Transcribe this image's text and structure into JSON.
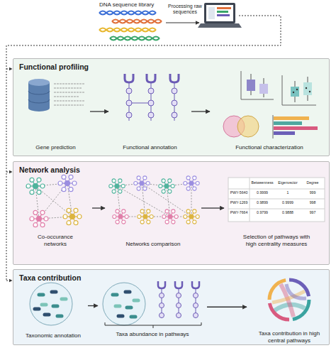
{
  "diagram": {
    "nodes": [
      {
        "text": [
          "Functional profiling"
        ]
      },
      {
        "text": [
          "Gene prediction"
        ],
        "in": 0
      },
      {
        "text": [
          "Functional annotation"
        ],
        "in": 0
      },
      {
        "text": [
          "Functional characterization"
        ],
        "in": 0
      },
      {
        "text": [
          "Network analysis"
        ]
      },
      {
        "text": [
          "Co-occurance networks"
        ],
        "in": 4
      },
      {
        "text": [
          "Networks comparison"
        ],
        "in": 4
      },
      {
        "text": [
          "Selection of pathways with high centrality measures"
        ],
        "in": 4
      },
      {
        "text": [
          "Taxa contribution"
        ]
      },
      {
        "text": [
          "Taxonomic annotation"
        ],
        "in": 8
      },
      {
        "text": [
          "Taxa abundance in pathways"
        ],
        "in": 8
      },
      {
        "text": [
          "Taxa contribution in high central pathways"
        ],
        "in": 8
      }
    ],
    "edges": [
      {
        "from": 1,
        "to": 2,
        "arrow": "to"
      },
      {
        "from": 2,
        "to": 3,
        "arrow": "to"
      },
      {
        "from": 5,
        "to": 6,
        "arrow": "to"
      },
      {
        "from": 6,
        "to": 7,
        "arrow": "to"
      },
      {
        "from": 9,
        "to": 10,
        "arrow": "to"
      },
      {
        "from": 10,
        "to": 11,
        "arrow": "to"
      }
    ],
    "labels": [
      "DNA sequence library",
      "Processing raw sequences",
      "Betweenness",
      "Eigenvector",
      "Degree",
      "PWY-5640",
      "0.9999",
      "1",
      "999",
      "PWY-1269",
      "0.9899",
      "0.9999",
      "998",
      "PWY-7664",
      "0.9799",
      "0.9888",
      "997"
    ]
  }
}
